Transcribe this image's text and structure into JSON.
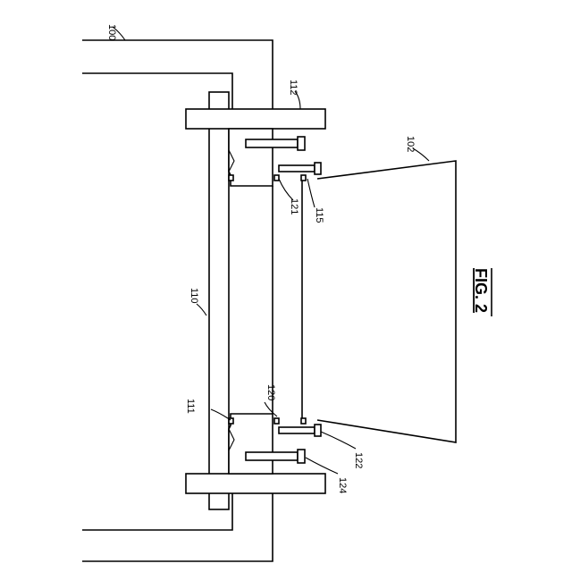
{
  "figure": {
    "caption": "FIG. 2",
    "labels": {
      "housing": "100",
      "nozzle": "102",
      "shaft": "110",
      "upper_pad": "111",
      "flange": "112",
      "seal": "115",
      "block": "120",
      "upper_gap": "121",
      "bolt": "122",
      "fastener": "124"
    }
  }
}
